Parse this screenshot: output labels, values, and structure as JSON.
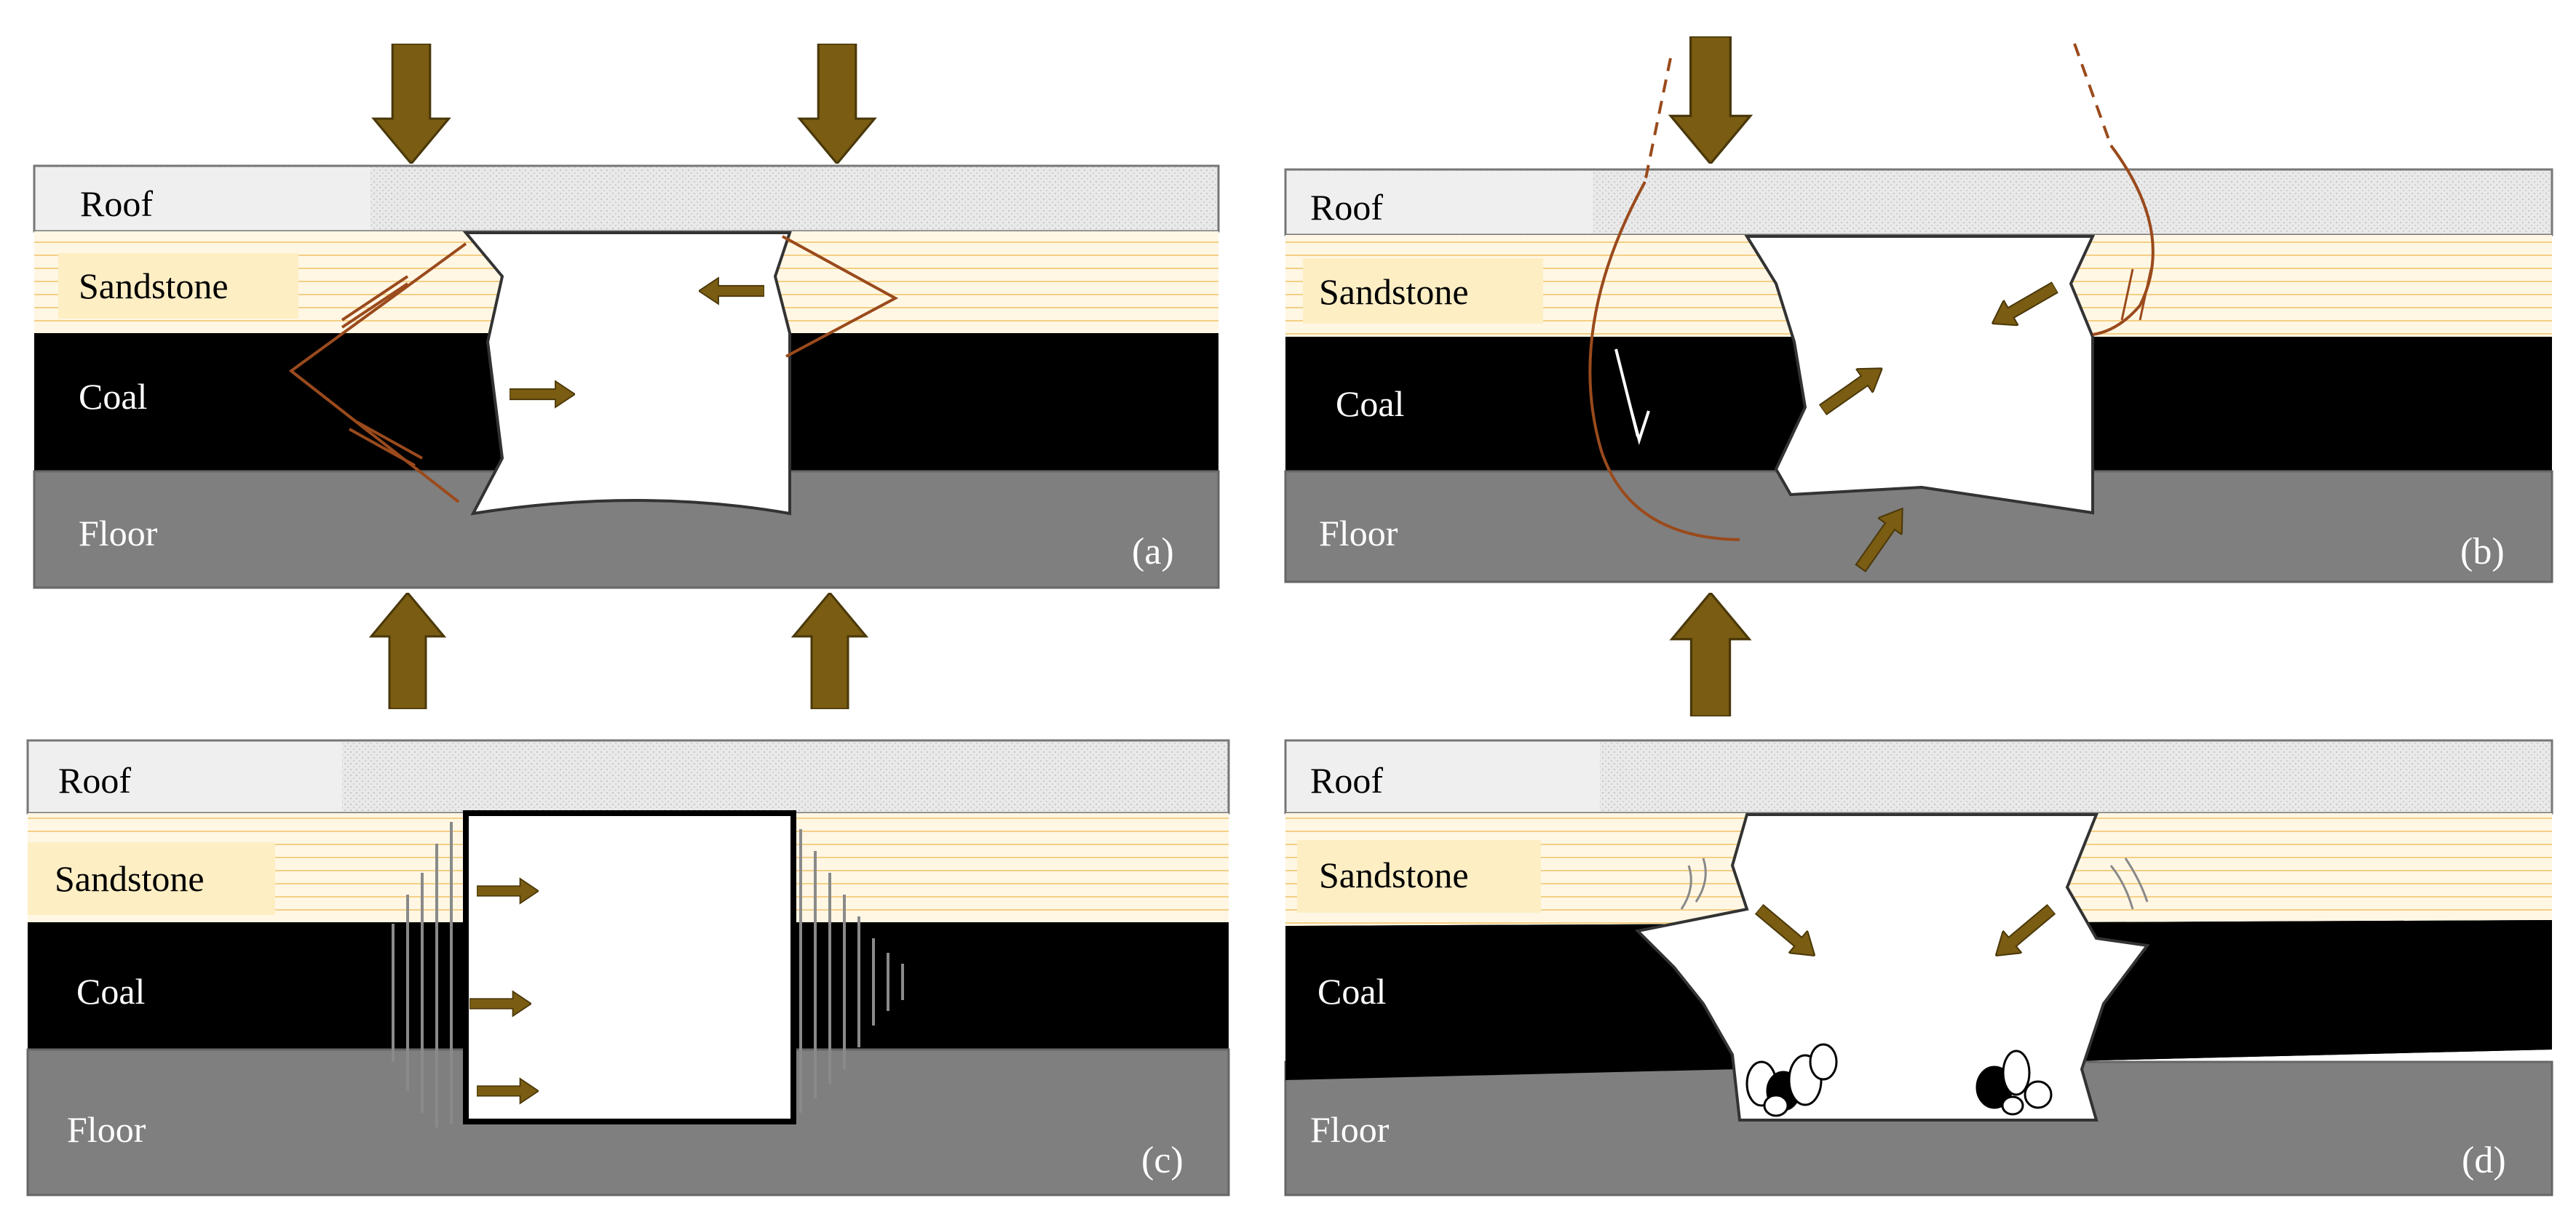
{
  "layers": {
    "roof": "Roof",
    "sandstone": "Sandstone",
    "coal": "Coal",
    "floor": "Floor"
  },
  "panels": [
    {
      "id": "a",
      "label": "(a)"
    },
    {
      "id": "b",
      "label": "(b)"
    },
    {
      "id": "c",
      "label": "(c)"
    },
    {
      "id": "d",
      "label": "(d)"
    }
  ],
  "colors": {
    "roof": "#e6e6e6",
    "sandstone": "#fdf3d6",
    "sandstone_stripe": "#f2c76a",
    "coal": "#000000",
    "floor": "#7f7f7f",
    "arrow": "#7a5c12",
    "fracture": "#9a4a1c",
    "label_box": "#fdeec4"
  }
}
